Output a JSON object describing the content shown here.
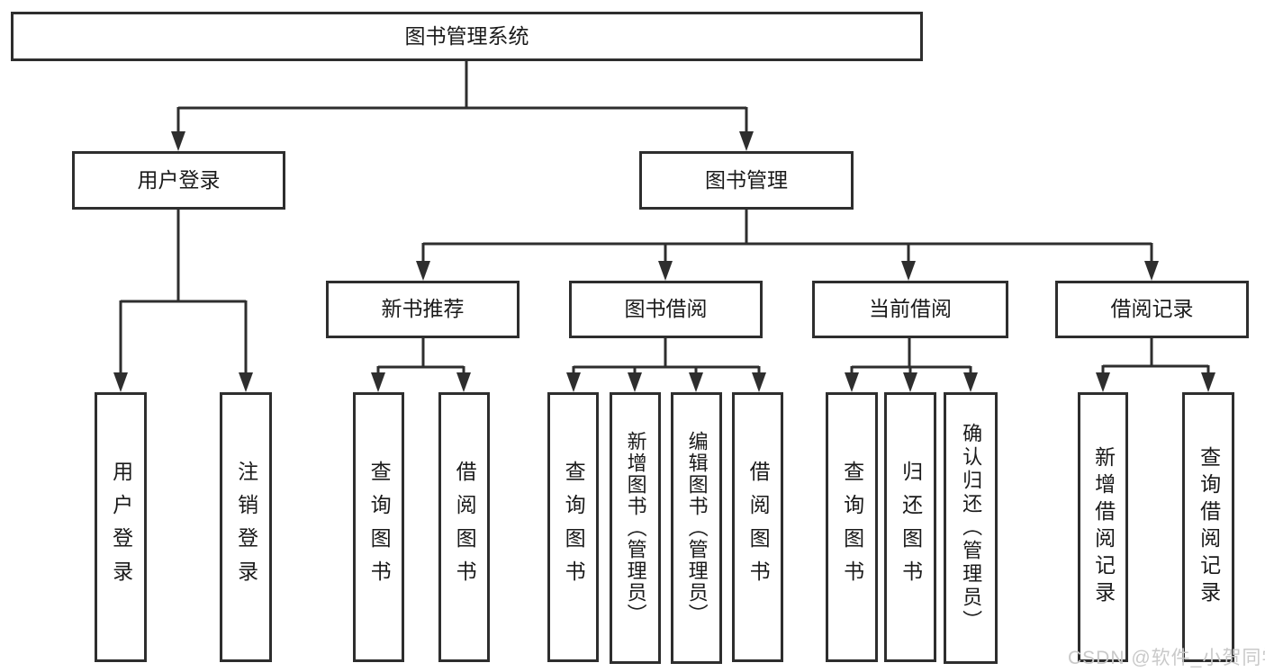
{
  "colors": {
    "line": "#2e2e2e",
    "node_border": "#2e2e2e",
    "node_fill": "#ffffff",
    "text": "#1a1a1a",
    "watermark": "#c9c9c9"
  },
  "watermark": {
    "text": "CSDN @软件_小贺同学"
  },
  "tree": {
    "root": {
      "label": "图书管理系统"
    },
    "branches": [
      {
        "label": "用户登录",
        "children": [
          {
            "label": "用户登录"
          },
          {
            "label": "注销登录"
          }
        ]
      },
      {
        "label": "图书管理",
        "children": [
          {
            "label": "新书推荐",
            "children": [
              {
                "label": "查询图书"
              },
              {
                "label": "借阅图书"
              }
            ]
          },
          {
            "label": "图书借阅",
            "children": [
              {
                "label": "查询图书"
              },
              {
                "label": "新增图书（管理员）"
              },
              {
                "label": "编辑图书（管理员）"
              },
              {
                "label": "借阅图书"
              }
            ]
          },
          {
            "label": "当前借阅",
            "children": [
              {
                "label": "查询图书"
              },
              {
                "label": "归还图书"
              },
              {
                "label": "确认归还（管理员）"
              }
            ]
          },
          {
            "label": "借阅记录",
            "children": [
              {
                "label": "新增借阅记录"
              },
              {
                "label": "查询借阅记录"
              }
            ]
          }
        ]
      }
    ]
  }
}
